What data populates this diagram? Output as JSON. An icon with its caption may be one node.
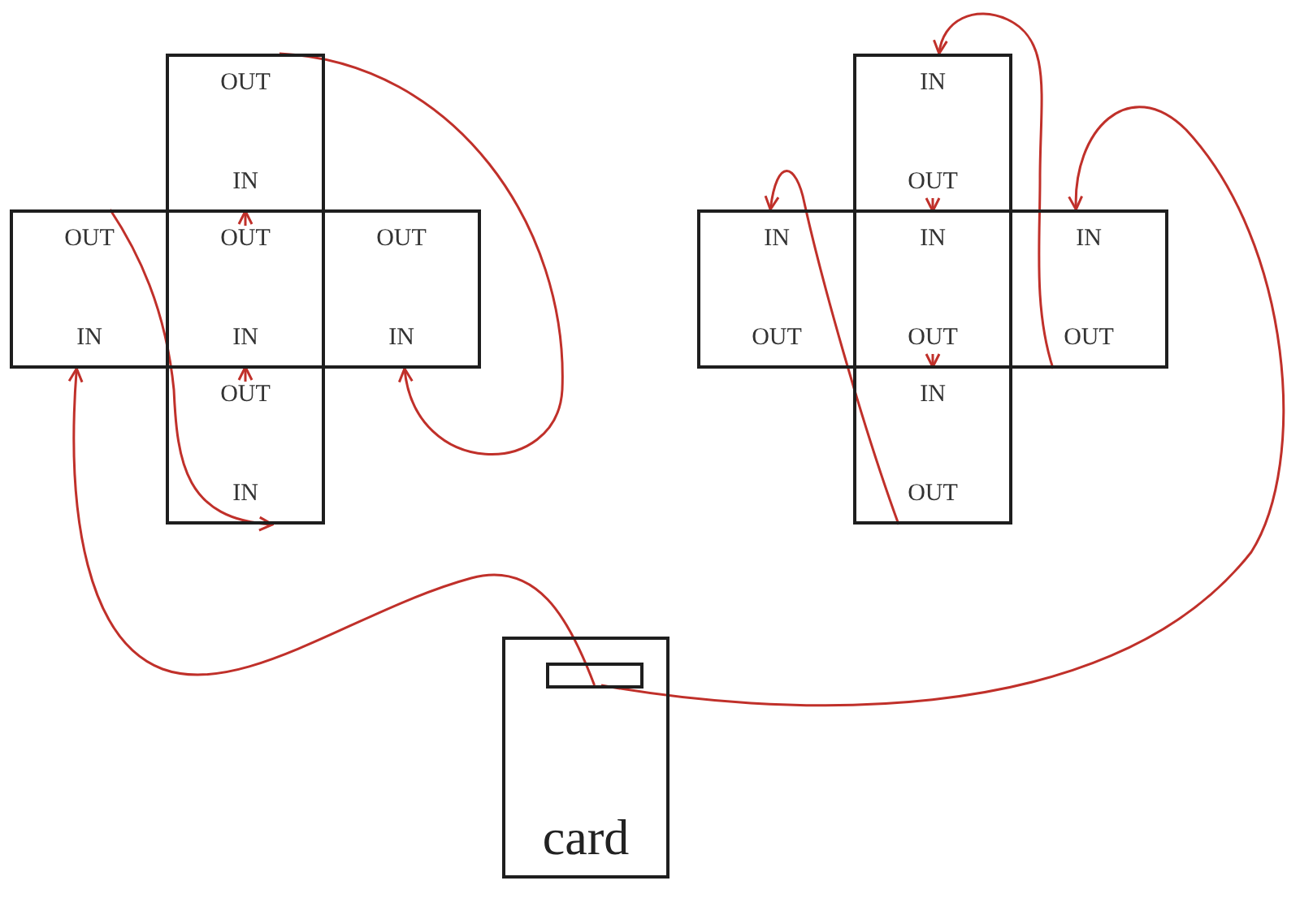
{
  "diagram": {
    "nodes": [
      {
        "text": [
          "OUT",
          "IN"
        ]
      },
      {
        "text": [
          "IN",
          "OUT"
        ]
      },
      {
        "text": [
          "OUT",
          "IN"
        ]
      },
      {
        "text": [
          "OUT",
          "IN"
        ]
      },
      {
        "text": [
          "OUT",
          "IN"
        ]
      },
      {
        "text": [
          "IN",
          "OUT"
        ]
      },
      {
        "text": [
          "IN",
          "OUT"
        ]
      },
      {
        "text": [
          "IN",
          "OUT"
        ]
      },
      {
        "text": [
          "OUT",
          "IN"
        ]
      },
      {
        "text": [
          "IN",
          "OUT"
        ]
      },
      {
        "text": [
          "card"
        ]
      },
      {
        "text": [],
        "shape": "box",
        "in": 10
      }
    ],
    "edges": [
      {
        "from": 11,
        "to": 2,
        "arrow": "to"
      },
      {
        "from": 2,
        "to": 8,
        "arrow": "to"
      },
      {
        "from": 8,
        "to": 3,
        "arrow": "to"
      },
      {
        "from": 3,
        "to": 0,
        "arrow": "to"
      },
      {
        "from": 0,
        "to": 4,
        "arrow": "to"
      },
      {
        "from": 11,
        "to": 7,
        "arrow": "to"
      },
      {
        "from": 7,
        "to": 1,
        "arrow": "to"
      },
      {
        "from": 1,
        "to": 6,
        "arrow": "to"
      },
      {
        "from": 6,
        "to": 9,
        "arrow": "to"
      },
      {
        "from": 9,
        "to": 5,
        "arrow": "to"
      }
    ]
  }
}
